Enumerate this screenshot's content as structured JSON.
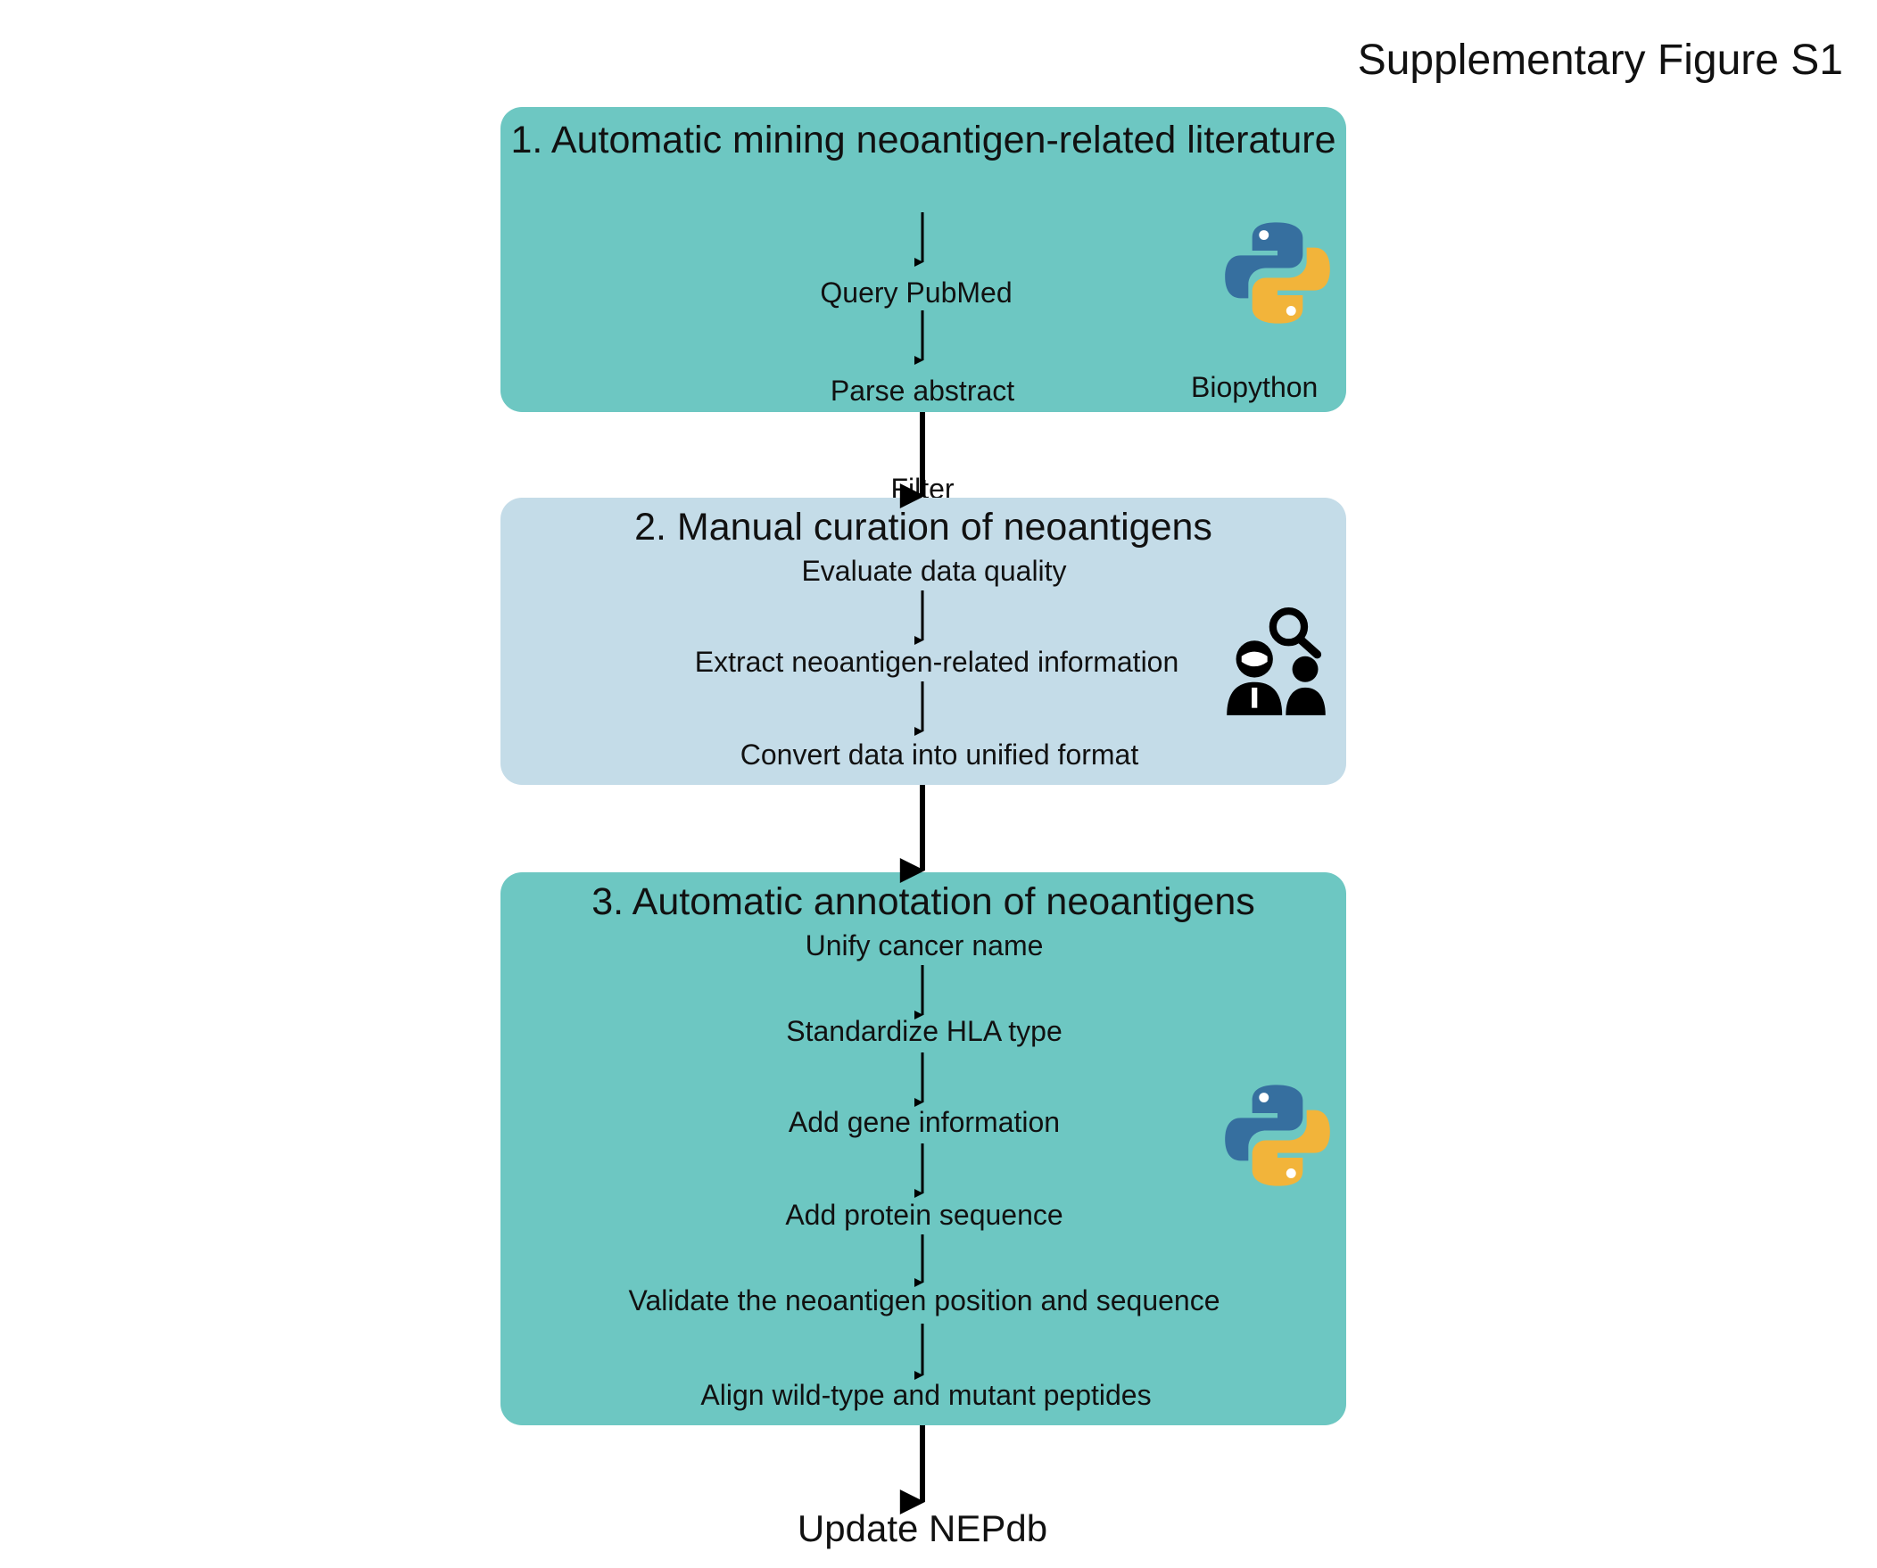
{
  "figure_label": "Supplementary Figure S1",
  "colors": {
    "teal_panel": "#6dc7c2",
    "blue_panel": "#c4dce8",
    "python_blue": "#366f9f",
    "python_yellow": "#f2b43a",
    "arrow": "#000000"
  },
  "panels": [
    {
      "title": "1. Automatic mining neoantigen-related literature",
      "steps": [
        "Query PubMed",
        "Parse abstract",
        "Filter"
      ],
      "tool_label": "Biopython",
      "icon": "python-logo-icon"
    },
    {
      "title": "2. Manual curation of neoantigens",
      "steps": [
        "Evaluate data quality",
        "Extract neoantigen-related information",
        "Convert data into unified format"
      ],
      "icon": "people-search-icon"
    },
    {
      "title": "3. Automatic annotation of neoantigens",
      "steps": [
        "Unify cancer name",
        "Standardize HLA type",
        "Add gene information",
        "Add protein sequence",
        "Validate the neoantigen position and sequence",
        "Align wild-type and mutant peptides"
      ],
      "icon": "python-logo-icon"
    }
  ],
  "final_step": "Update NEPdb"
}
